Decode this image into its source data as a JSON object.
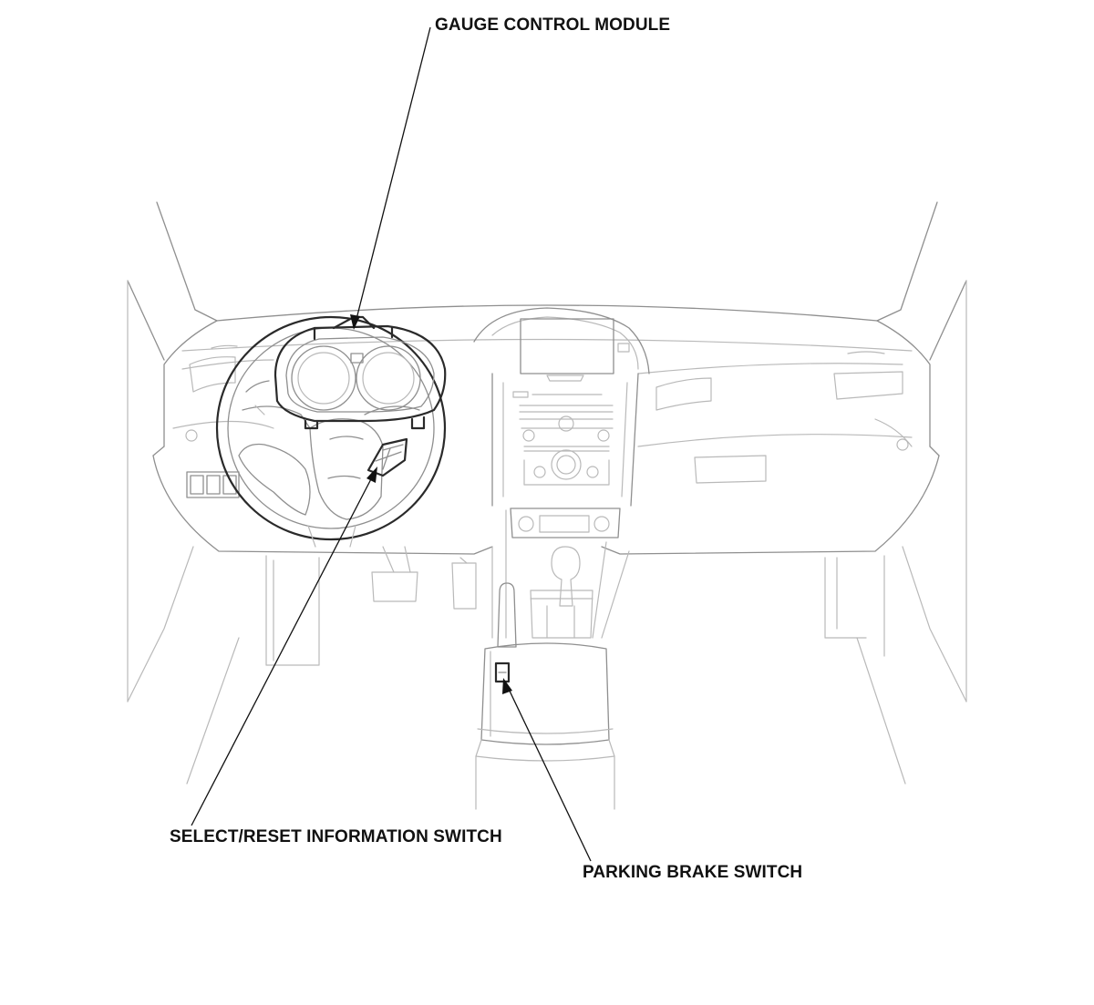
{
  "callouts": {
    "gauge_control_module": "GAUGE CONTROL MODULE",
    "select_reset_switch": "SELECT/RESET INFORMATION SWITCH",
    "parking_brake_switch": "PARKING BRAKE SWITCH"
  },
  "colors": {
    "highlight_outline": "#2a2a2a",
    "background_outline": "#b9b9b9",
    "leader_line": "#111111"
  }
}
